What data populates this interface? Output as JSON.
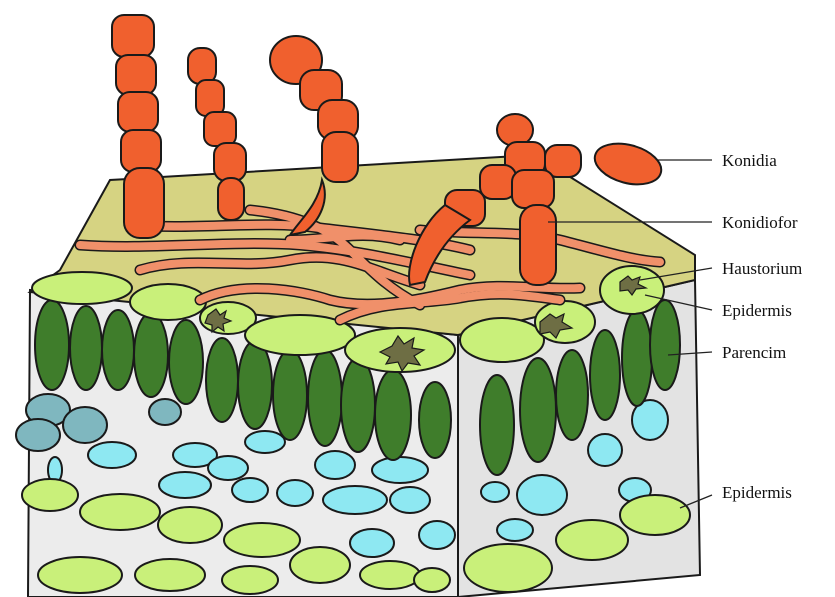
{
  "labels": {
    "konidia": "Konidia",
    "konidiofor": "Konidiofor",
    "haustorium": "Haustorium",
    "epidermis_top": "Epidermis",
    "parencim": "Parencim",
    "epidermis_bottom": "Epidermis"
  },
  "colors": {
    "background": "#ffffff",
    "conidia": "#f0602e",
    "hyphae": "#f0906a",
    "leaf_surface": "#d6d382",
    "epidermis": "#c9f07a",
    "palisade": "#3f7d2b",
    "spongy_cells": "#8ee8f2",
    "spongy_cells_dark": "#7fb7bf",
    "tissue_bg": "#ececec",
    "haustorium": "#6e6e44"
  },
  "icons": [
    "conidia-chain",
    "haustorium-shape",
    "leaf-cross-section"
  ]
}
